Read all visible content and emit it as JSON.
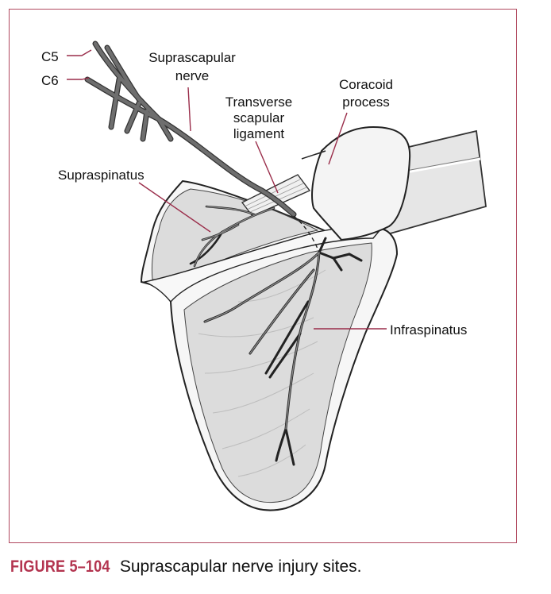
{
  "figure": {
    "number": "FIGURE 5–104",
    "title": "Suprascapular nerve injury sites."
  },
  "labels": {
    "c5": "C5",
    "c6": "C6",
    "suprascapular_nerve_line1": "Suprascapular",
    "suprascapular_nerve_line2": "nerve",
    "transverse_line1": "Transverse",
    "transverse_line2": "scapular",
    "transverse_line3": "ligament",
    "coracoid_line1": "Coracoid",
    "coracoid_line2": "process",
    "supraspinatus": "Supraspinatus",
    "infraspinatus": "Infraspinatus"
  },
  "colors": {
    "frame": "#b0485e",
    "caption_number": "#b3344f",
    "leader": "#9a2d4a",
    "muscle_fill": "#dedede",
    "bone_fill": "#f4f4f4",
    "nerve_fill": "#6b6b6b"
  }
}
